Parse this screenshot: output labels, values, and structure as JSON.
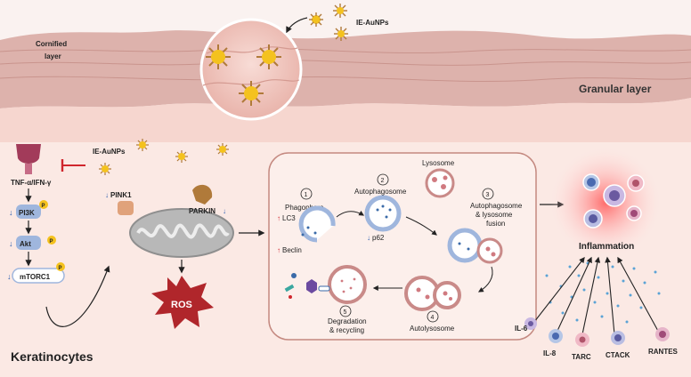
{
  "skin": {
    "particles_label": "IE-AuNPs",
    "cornified_line1": "Cornified",
    "cornified_line2": "layer",
    "granular": "Granular layer"
  },
  "signaling": {
    "particles_label": "IE-AuNPs",
    "cytokine": "TNF-α/IFN-γ",
    "p_marker": "P",
    "pi3k": "PI3K",
    "akt": "Akt",
    "mtorc1": "mTORC1",
    "down_arrow": "↓",
    "up_arrow": "↑"
  },
  "mito": {
    "pink1": "PINK1",
    "parkin": "PARKIN",
    "ros": "ROS"
  },
  "autophagy": {
    "n1": "1",
    "n2": "2",
    "n3": "3",
    "n4": "4",
    "n5": "5",
    "phagophore": "Phagophore",
    "lc3": "LC3",
    "beclin": "Beclin",
    "autophagosome": "Autophagosome",
    "p62": "p62",
    "lysosome": "Lysosome",
    "fusion_l1": "Autophagosome",
    "fusion_l2": "& lysosome",
    "fusion_l3": "fusion",
    "autolysosome": "Autolysosome",
    "degr_l1": "Degradation",
    "degr_l2": "& recycling"
  },
  "inflammation": {
    "title": "Inflammation",
    "il6": "IL-6",
    "il8": "IL-8",
    "tarc": "TARC",
    "ctack": "CTACK",
    "rantes": "RANTES"
  },
  "cell_label": "Keratinocytes",
  "colors": {
    "skin_band": "#ddb2ac",
    "gold": "#f4c21e",
    "brown": "#b07a3a",
    "inhibit": "#d0262d",
    "ros": "#b0262b"
  }
}
